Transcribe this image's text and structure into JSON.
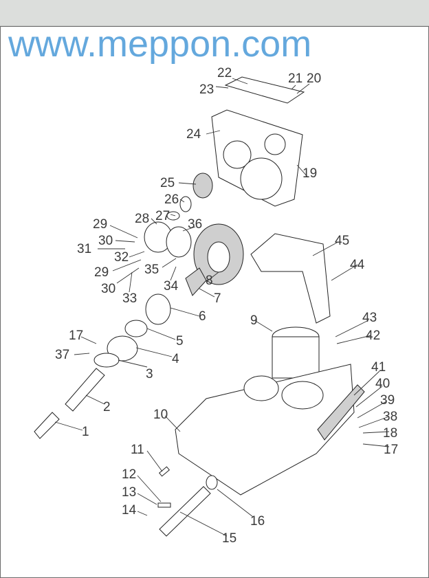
{
  "header": {
    "title": ""
  },
  "watermark": "www.meppon.com",
  "labels": {
    "p1": "1",
    "p2": "2",
    "p3": "3",
    "p4": "4",
    "p5": "5",
    "p6": "6",
    "p7": "7",
    "p8": "8",
    "p9": "9",
    "p10": "10",
    "p11": "11",
    "p12": "12",
    "p13": "13",
    "p14": "14",
    "p15": "15",
    "p16": "16",
    "p17a": "17",
    "p17b": "17",
    "p18": "18",
    "p19": "19",
    "p20": "20",
    "p21": "21",
    "p22": "22",
    "p23": "23",
    "p24": "24",
    "p25": "25",
    "p26": "26",
    "p27": "27",
    "p28": "28",
    "p29a": "29",
    "p29b": "29",
    "p30a": "30",
    "p30b": "30",
    "p31": "31",
    "p32": "32",
    "p33": "33",
    "p34": "34",
    "p35": "35",
    "p36": "36",
    "p37": "37",
    "p38": "38",
    "p39": "39",
    "p40": "40",
    "p41": "41",
    "p42": "42",
    "p43": "43",
    "p44": "44",
    "p45": "45"
  }
}
